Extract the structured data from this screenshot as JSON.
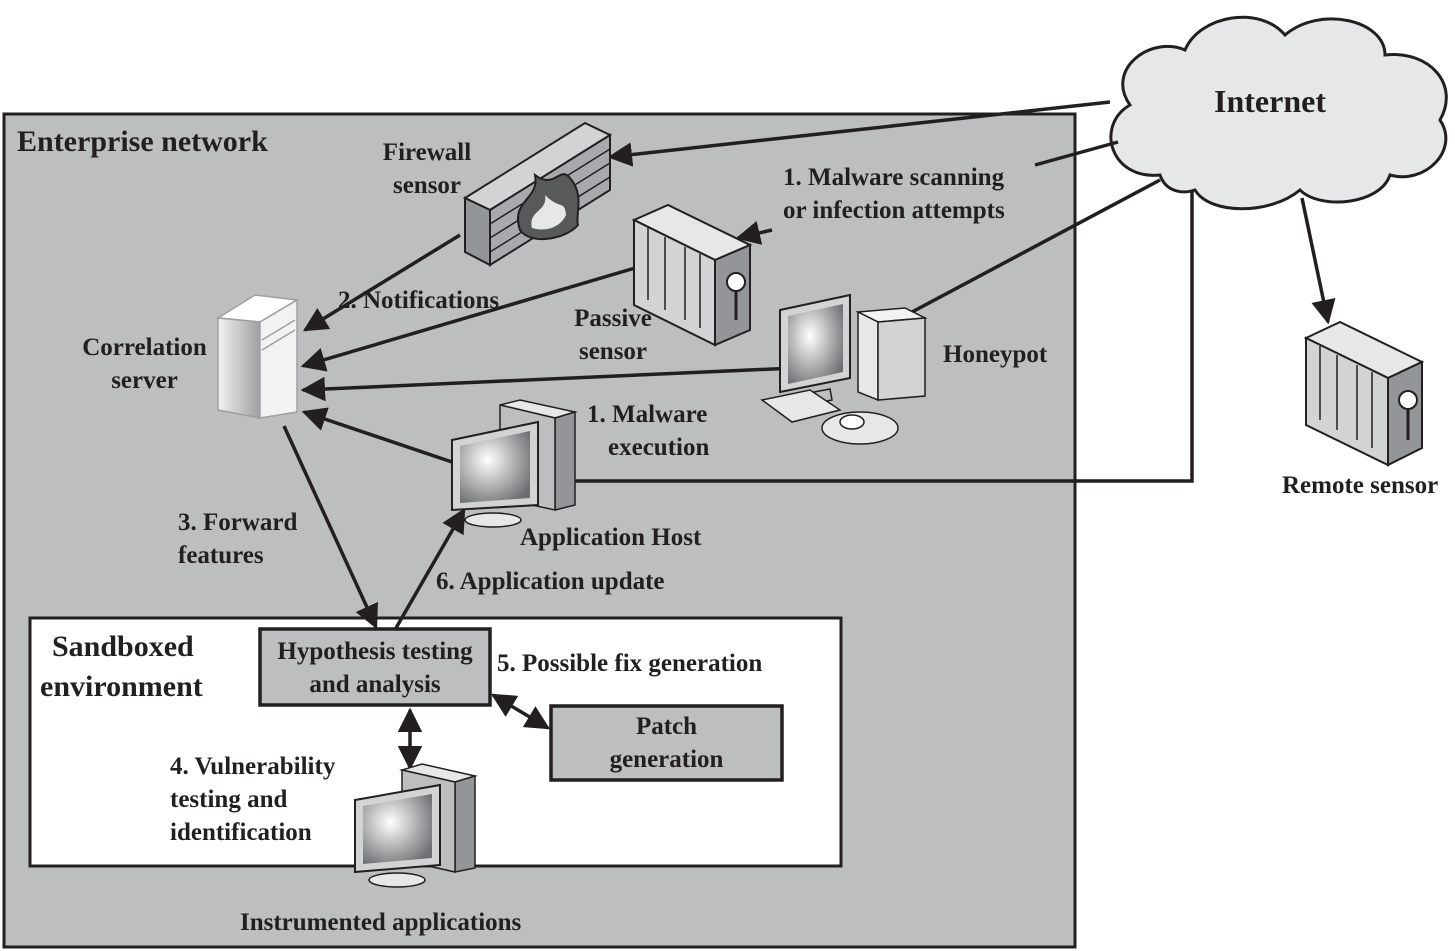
{
  "labels": {
    "enterprise": "Enterprise network",
    "internet": "Internet",
    "firewall": [
      "Firewall",
      "sensor"
    ],
    "malware_scan": [
      "1. Malware scanning",
      "or infection attempts"
    ],
    "notifications": "2. Notifications",
    "passive": [
      "Passive",
      "sensor"
    ],
    "correlation": [
      "Correlation",
      "server"
    ],
    "honeypot": "Honeypot",
    "malware_exec": [
      "1. Malware",
      "execution"
    ],
    "remote": "Remote sensor",
    "forward": [
      "3. Forward",
      "features"
    ],
    "app_host": "Application Host",
    "app_update": "6. Application update",
    "sandbox": [
      "Sandboxed",
      "environment"
    ],
    "hypothesis": [
      "Hypothesis testing",
      "and analysis"
    ],
    "fix": "5. Possible fix generation",
    "patch": [
      "Patch",
      "generation"
    ],
    "vuln": [
      "4. Vulnerability",
      "testing and",
      "identification"
    ],
    "instrumented": "Instrumented applications"
  },
  "colors": {
    "enterprise_fill": "#bcbec0",
    "box_fill": "#bcbec0",
    "line": "#231f20",
    "cloud_fill": "#e6e7e8"
  }
}
